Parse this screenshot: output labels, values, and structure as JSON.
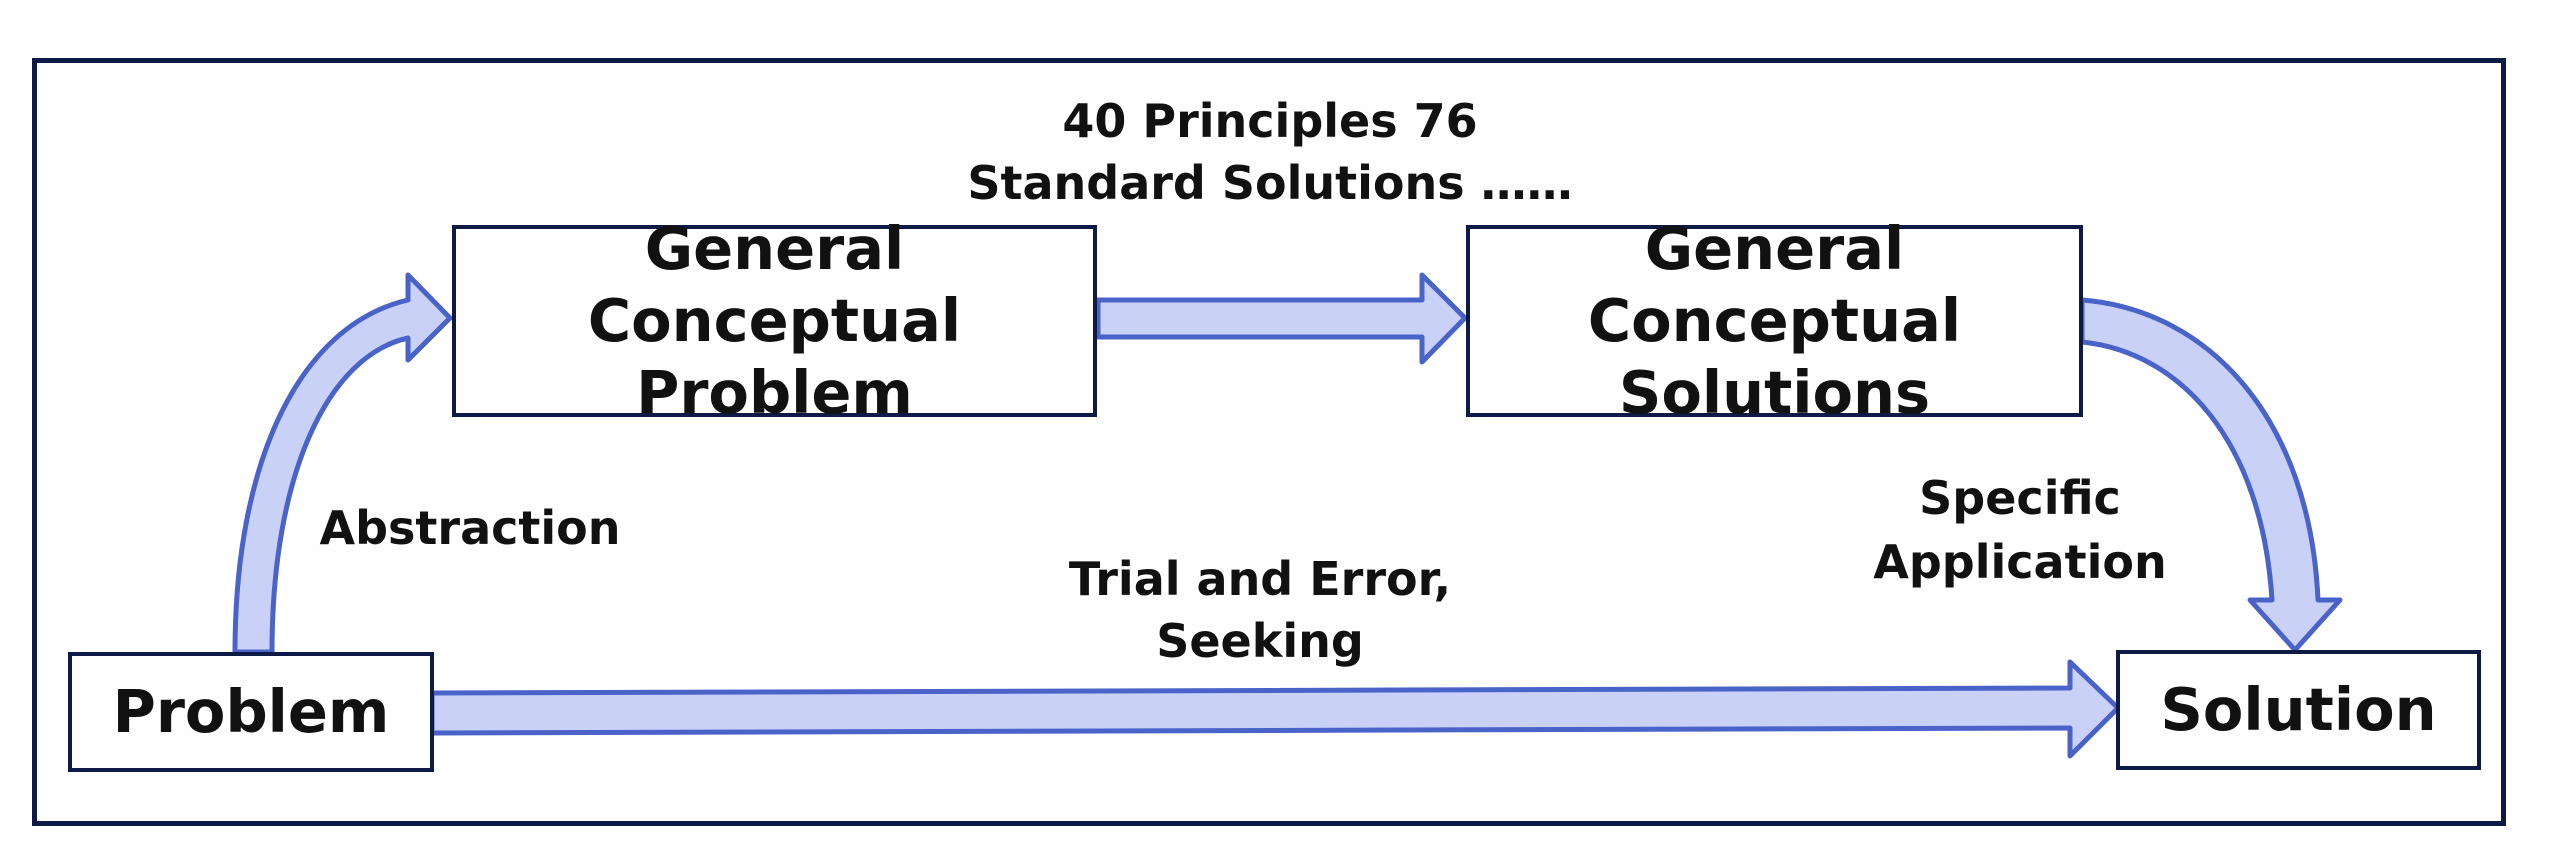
{
  "nodes": {
    "general_problem": [
      "General Conceptual",
      "Problem"
    ],
    "general_solutions": [
      "General Conceptual",
      "Solutions"
    ],
    "problem": "Problem",
    "solution": "Solution"
  },
  "edges": {
    "abstraction": "Abstraction",
    "principles": [
      "40 Principles",
      "76 Standard Solutions",
      "……"
    ],
    "trial_error": [
      "Trial and Error,",
      "Seeking"
    ],
    "specific_application": [
      "Specific",
      "Application"
    ]
  },
  "colors": {
    "arrow_fill": "#c9d2f6",
    "arrow_stroke": "#4a63c9",
    "border": "#0d1a45"
  }
}
